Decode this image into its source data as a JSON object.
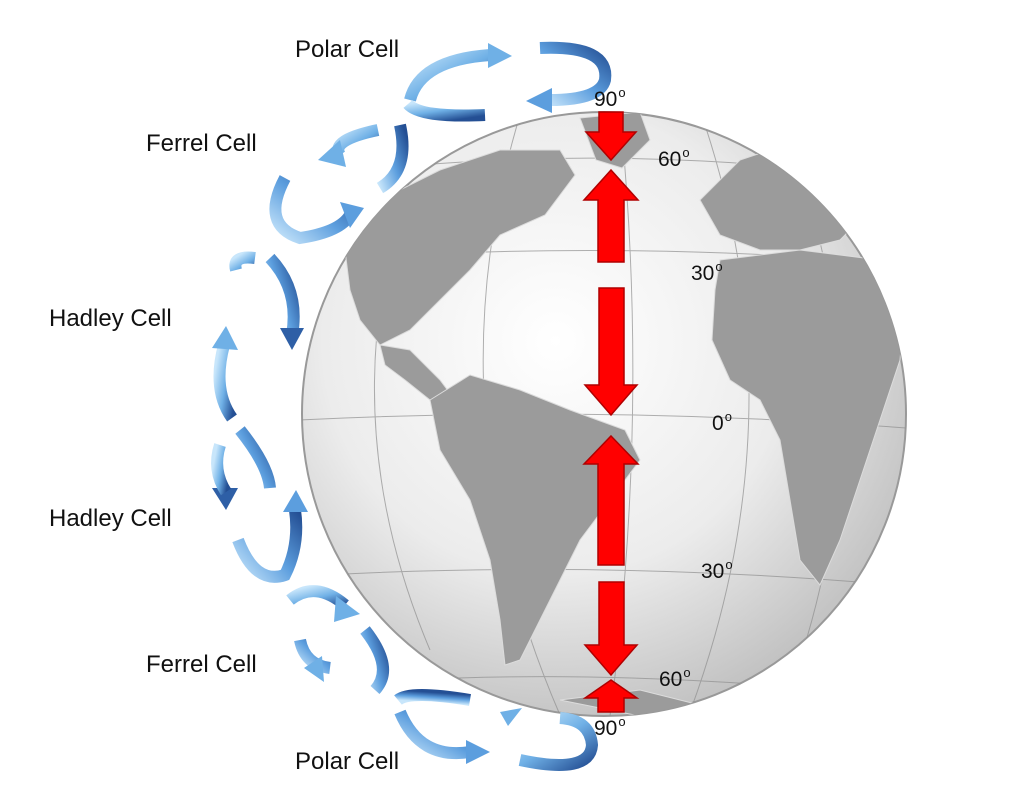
{
  "cells": {
    "north_polar": "Polar Cell",
    "north_ferrel": "Ferrel Cell",
    "north_hadley": "Hadley Cell",
    "south_hadley": "Hadley Cell",
    "south_ferrel": "Ferrel Cell",
    "south_polar": "Polar Cell"
  },
  "latitudes": {
    "n90": "90",
    "n60": "60",
    "n30": "30",
    "eq": "0",
    "s30": "30",
    "s60": "60",
    "s90": "90",
    "degree_mark": "o"
  },
  "colors": {
    "airflow_arrow": "#ff0000",
    "cell_arrow_dark": "#2e5fa6",
    "cell_arrow_light": "#a9d3f5",
    "globe_ocean": "#e9e9e9",
    "globe_land": "#9a9a9a"
  }
}
